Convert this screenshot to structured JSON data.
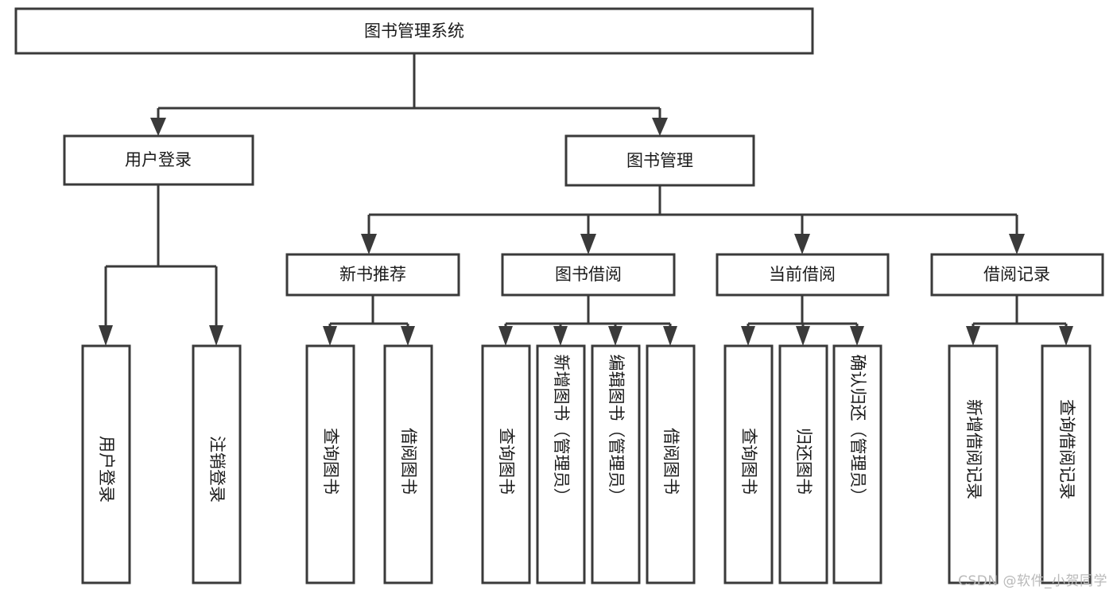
{
  "diagram": {
    "title": "图书管理系统",
    "type": "tree-hierarchy-flowchart",
    "root": {
      "id": "root",
      "label": "图书管理系统"
    },
    "level2": [
      {
        "id": "user-login",
        "label": "用户登录"
      },
      {
        "id": "book-management",
        "label": "图书管理"
      }
    ],
    "level3": [
      {
        "id": "new-book-recommend",
        "label": "新书推荐",
        "parent": "book-management"
      },
      {
        "id": "book-borrow",
        "label": "图书借阅",
        "parent": "book-management"
      },
      {
        "id": "current-borrow",
        "label": "当前借阅",
        "parent": "book-management"
      },
      {
        "id": "borrow-record",
        "label": "借阅记录",
        "parent": "book-management"
      }
    ],
    "leaves": {
      "user-login": [
        {
          "id": "leaf-user-login",
          "label": "用户登录"
        },
        {
          "id": "leaf-logout-login",
          "label": "注销登录"
        }
      ],
      "new-book-recommend": [
        {
          "id": "leaf-query-book-1",
          "label": "查询图书"
        },
        {
          "id": "leaf-borrow-book-1",
          "label": "借阅图书"
        }
      ],
      "book-borrow": [
        {
          "id": "leaf-query-book-2",
          "label": "查询图书"
        },
        {
          "id": "leaf-add-book",
          "label": "新增图书（管理员）"
        },
        {
          "id": "leaf-edit-book",
          "label": "编辑图书（管理员）"
        },
        {
          "id": "leaf-borrow-book-2",
          "label": "借阅图书"
        }
      ],
      "current-borrow": [
        {
          "id": "leaf-query-book-3",
          "label": "查询图书"
        },
        {
          "id": "leaf-return-book",
          "label": "归还图书"
        },
        {
          "id": "leaf-confirm-return",
          "label": "确认归还（管理员）"
        }
      ],
      "borrow-record": [
        {
          "id": "leaf-add-record",
          "label": "新增借阅记录"
        },
        {
          "id": "leaf-query-record",
          "label": "查询借阅记录"
        }
      ]
    }
  },
  "colors": {
    "stroke": "#3a3a3a",
    "box_fill": "#ffffff",
    "text": "#1b1b1b",
    "background": "#ffffff",
    "watermark": "#b9b9b9"
  },
  "watermark": {
    "text": "CSDN @软件_小贺同学"
  }
}
